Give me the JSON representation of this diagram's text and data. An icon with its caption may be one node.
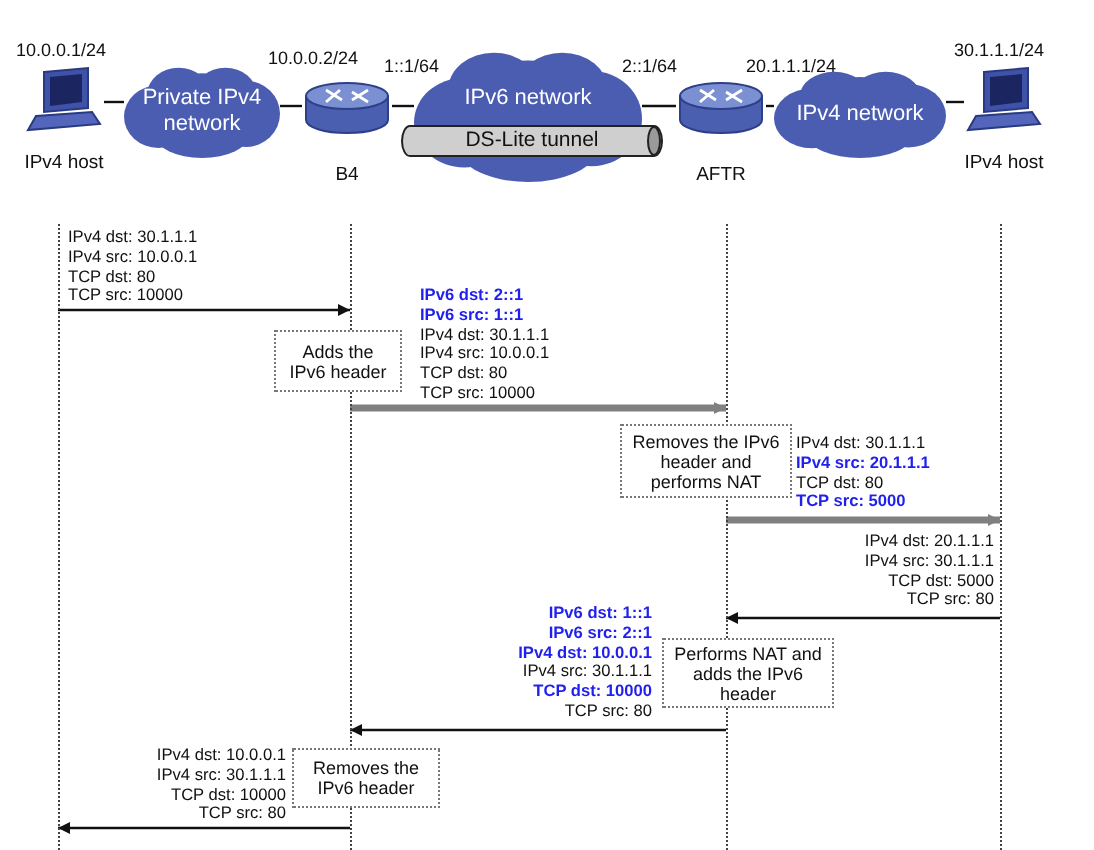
{
  "diagram": {
    "nodes": [
      {
        "text": [
          "IPv4 host"
        ],
        "beside": [
          "10.0.0.1/24"
        ]
      },
      {
        "text": [
          "Private IPv4 network"
        ]
      },
      {
        "text": [
          "B4"
        ],
        "beside": [
          "10.0.0.2/24",
          "1::1/64"
        ]
      },
      {
        "text": [
          "IPv6 network"
        ]
      },
      {
        "text": [
          "DS-Lite tunnel"
        ]
      },
      {
        "text": [
          "AFTR"
        ],
        "beside": [
          "2::1/64",
          "20.1.1.1/24"
        ]
      },
      {
        "text": [
          "IPv4 network"
        ]
      },
      {
        "text": [
          "IPv4 host"
        ],
        "beside": [
          "30.1.1.1/24"
        ]
      },
      {
        "text": [],
        "shape": "line"
      },
      {
        "text": [],
        "shape": "line"
      },
      {
        "text": [],
        "shape": "line"
      },
      {
        "text": [],
        "shape": "line"
      },
      {
        "text": [
          "Adds the IPv6 header"
        ]
      },
      {
        "text": [
          "Removes the IPv6 header and performs NAT"
        ]
      },
      {
        "text": [
          "Performs NAT and adds the IPv6 header"
        ]
      },
      {
        "text": [
          "Removes the IPv6 header"
        ]
      }
    ],
    "edges": [
      {
        "from": 0,
        "to": 1,
        "arrow": "none"
      },
      {
        "from": 1,
        "to": 2,
        "arrow": "none"
      },
      {
        "from": 2,
        "to": 3,
        "arrow": "none"
      },
      {
        "from": 3,
        "to": 5,
        "arrow": "none"
      },
      {
        "from": 5,
        "to": 6,
        "arrow": "none"
      },
      {
        "from": 6,
        "to": 7,
        "arrow": "none"
      },
      {
        "from": 8,
        "to": 9,
        "arrow": "to",
        "label": "IPv4 dst: 30.1.1.1 IPv4 src: 10.0.0.1 TCP dst: 80 TCP src: 10000"
      },
      {
        "from": 9,
        "to": 10,
        "arrow": "to",
        "style": "thick",
        "color": "#808080",
        "label": "**IPv6 dst: 2::1** **IPv6 src: 1::1** IPv4 dst: 30.1.1.1 IPv4 src: 10.0.0.1 TCP dst: 80 TCP src: 10000"
      },
      {
        "from": 10,
        "to": 11,
        "arrow": "to",
        "style": "thick",
        "color": "#808080",
        "label": "IPv4 dst: 30.1.1.1 **IPv4 src: 20.1.1.1** TCP dst: 80 **TCP src: 5000**"
      },
      {
        "from": 11,
        "to": 10,
        "arrow": "to",
        "label": "IPv4 dst: 20.1.1.1 IPv4 src: 30.1.1.1 TCP dst: 5000 TCP src: 80"
      },
      {
        "from": 10,
        "to": 9,
        "arrow": "to",
        "label": "**IPv6 dst: 1::1** **IPv6 src: 2::1** **IPv4 dst: 10.0.0.1** IPv4 src: 30.1.1.1 **TCP dst: 10000** TCP src: 80"
      },
      {
        "from": 9,
        "to": 8,
        "arrow": "to",
        "label": "IPv4 dst: 10.0.0.1 IPv4 src: 30.1.1.1 TCP dst: 10000 TCP src: 80"
      }
    ]
  }
}
